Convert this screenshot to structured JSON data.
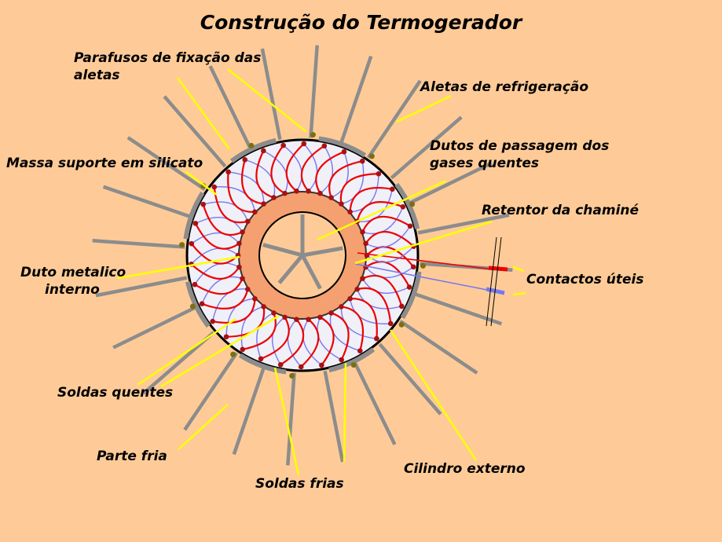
{
  "title": "Construção do Termogerador",
  "labels": {
    "parafusos_l1": "Parafusos de fixação das",
    "parafusos_l2": "aletas",
    "aletas": "Aletas de refrigeração",
    "massa": "Massa suporte em silicato",
    "dutos_l1": "Dutos de passagem dos",
    "dutos_l2": "gases quentes",
    "retentor": "Retentor da chaminé",
    "duto_l1": "Duto   metalico",
    "duto_l2": "interno",
    "contactos": "Contactos úteis",
    "soldas_quentes": "Soldas quentes",
    "parte_fria": "Parte fria",
    "soldas_frias": "Soldas frias",
    "cilindro": "Cilindro externo"
  },
  "colors": {
    "background": "#FECB98",
    "fin": "#8C8C8C",
    "ring_fill": "#F0F0F8",
    "inner_duct": "#F5A070",
    "wire_hot": "#EE0000",
    "wire_cold": "#7878EE",
    "solder": "#AA1111",
    "bolt": "#7A7010",
    "pointer": "#FFFF00"
  }
}
